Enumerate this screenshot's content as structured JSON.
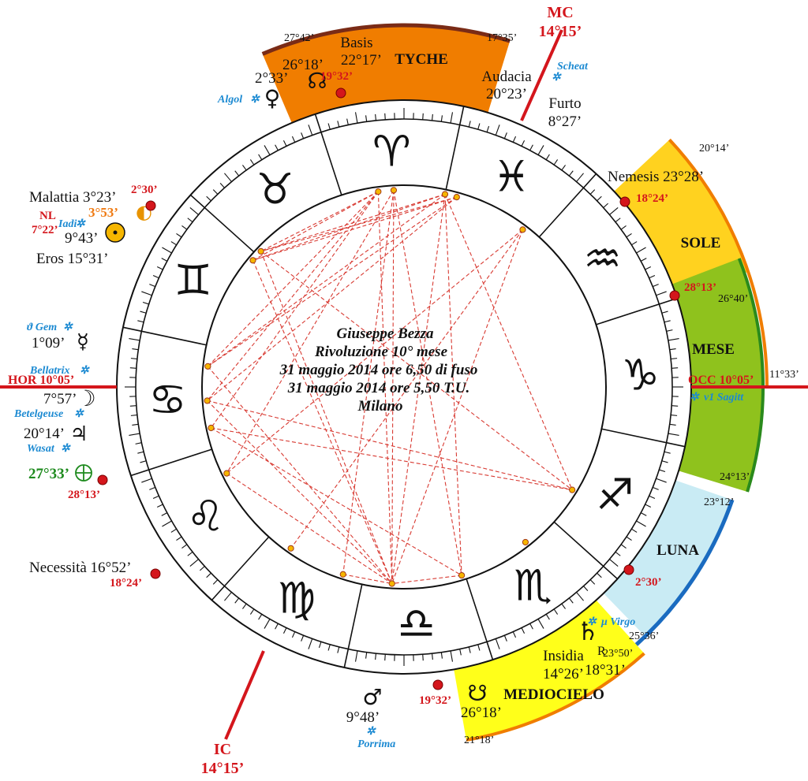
{
  "header": {
    "mc_label": "MC",
    "mc_degree": "14°15’",
    "ic_label": "IC",
    "ic_degree": "14°15’",
    "hor_label": "HOR 10°05’",
    "occ_label": "OCC 10°05’"
  },
  "center_text": {
    "line1": "Giuseppe Bezza",
    "line2": "Rivoluzione 10° mese",
    "line3": "31 maggio 2014 ore 6,50 di fuso",
    "line4": "31 maggio 2014 ore 5,50 T.U.",
    "line5": "Milano"
  },
  "sectors": {
    "tyche": {
      "title": "TYCHE",
      "start": "27°42’",
      "end": "17°35’",
      "color": "#f07d00"
    },
    "sole": {
      "title": "SOLE",
      "start": "20°14’",
      "color": "#ffd21f"
    },
    "mese": {
      "title": "MESE",
      "start": "26°40’",
      "end": "24°13’",
      "color": "#8fc21d"
    },
    "luna": {
      "title": "LUNA",
      "start": "23°12’",
      "end": "25°36’",
      "color": "#c9ebf4"
    },
    "mediocielo": {
      "title": "MEDIOCIELO",
      "start": "23°50’",
      "end": "21°18’",
      "color": "#ffff1a"
    }
  },
  "signs": [
    "♈",
    "♉",
    "♊",
    "♋",
    "♌",
    "♍",
    "♎",
    "♏",
    "♐",
    "♑",
    "♒",
    "♓"
  ],
  "lots": {
    "basis": "Basis",
    "basis_deg": "22°17’",
    "audacia": "Audacia",
    "audacia_deg": "20°23’",
    "furto": "Furto",
    "furto_deg": "8°27’",
    "nemesis": "Nemesis 23°28’",
    "malattia": "Malattia 3°23’",
    "eros": "Eros 15°31’",
    "necessita": "Necessità 16°52’",
    "insidia": "Insidia",
    "insidia_deg": "14°26’"
  },
  "planets": {
    "node_n_deg": "26°18’",
    "venus_deg": "2°33’",
    "moon_nl_deg": "3°53’",
    "sun_deg": "9°43’",
    "mercury_deg": "1°09’",
    "moon_deg": "7°57’",
    "jupiter_deg": "20°14’",
    "earth_deg": "27°33’",
    "saturn_deg": "18°31’",
    "saturn_retro": "R",
    "node_s_deg": "26°18’",
    "mars_deg": "9°48’"
  },
  "red_points": {
    "p1": "19°32’",
    "p2": "2°30’",
    "p3": "18°24’",
    "p4": "28°13’",
    "p5": "28°13’",
    "p6": "18°24’",
    "p7": "2°30’",
    "p8": "19°32’",
    "nl_label": "NL",
    "nl_deg": "7°22’"
  },
  "stars": {
    "algol": "Algol",
    "scheat": "Scheat",
    "iadi": "Iadi",
    "gem": "ϑ Gem",
    "bellatrix": "Bellatrix",
    "betelgeuse": "Betelgeuse",
    "wasat": "Wasat",
    "sagitt": "ν1 Sagitt",
    "virgo": "μ Virgo",
    "porrima": "Porrima"
  },
  "misc": {
    "occ_tail": "11°33’"
  },
  "colors": {
    "accent_red": "#d4161c",
    "star_blue": "#1c8ad2",
    "aspect_red": "#d83a32",
    "dot_orange": "#f6b600"
  }
}
